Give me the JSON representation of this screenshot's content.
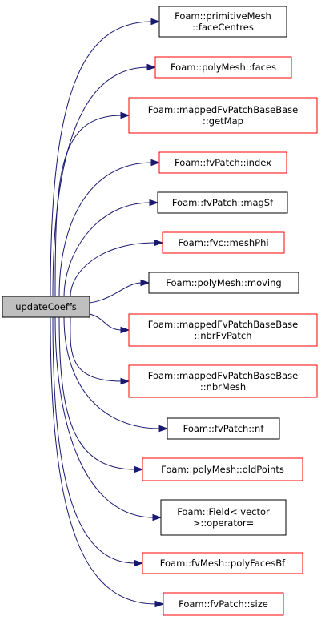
{
  "colors": {
    "edge": "#191970",
    "root_fill": "#bfbfbf",
    "border_default": "#000000",
    "border_link": "#ff0000"
  },
  "root": {
    "label": "updateCoeffs"
  },
  "callees": [
    {
      "lines": [
        "Foam::primitiveMesh",
        "::faceCentres"
      ],
      "border": "black"
    },
    {
      "lines": [
        "Foam::polyMesh::faces"
      ],
      "border": "red"
    },
    {
      "lines": [
        "Foam::mappedFvPatchBaseBase",
        "::getMap"
      ],
      "border": "red"
    },
    {
      "lines": [
        "Foam::fvPatch::index"
      ],
      "border": "red"
    },
    {
      "lines": [
        "Foam::fvPatch::magSf"
      ],
      "border": "black"
    },
    {
      "lines": [
        "Foam::fvc::meshPhi"
      ],
      "border": "red"
    },
    {
      "lines": [
        "Foam::polyMesh::moving"
      ],
      "border": "black"
    },
    {
      "lines": [
        "Foam::mappedFvPatchBaseBase",
        "::nbrFvPatch"
      ],
      "border": "red"
    },
    {
      "lines": [
        "Foam::mappedFvPatchBaseBase",
        "::nbrMesh"
      ],
      "border": "red"
    },
    {
      "lines": [
        "Foam::fvPatch::nf"
      ],
      "border": "black"
    },
    {
      "lines": [
        "Foam::polyMesh::oldPoints"
      ],
      "border": "red"
    },
    {
      "lines": [
        "Foam::Field< vector",
        ">::operator="
      ],
      "border": "black"
    },
    {
      "lines": [
        "Foam::fvMesh::polyFacesBf"
      ],
      "border": "red"
    },
    {
      "lines": [
        "Foam::fvPatch::size"
      ],
      "border": "red"
    }
  ]
}
